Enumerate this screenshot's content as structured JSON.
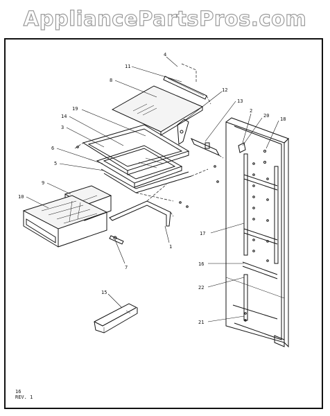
{
  "watermark": "AppliancePartsPros.com",
  "page_number": "16",
  "revision": "REV. 1",
  "callouts": [
    {
      "id": "c4",
      "label": "4"
    },
    {
      "id": "c11",
      "label": "11"
    },
    {
      "id": "c8",
      "label": "8"
    },
    {
      "id": "c12",
      "label": "12"
    },
    {
      "id": "c13",
      "label": "13"
    },
    {
      "id": "c19",
      "label": "19"
    },
    {
      "id": "c14",
      "label": "14"
    },
    {
      "id": "c3",
      "label": "3"
    },
    {
      "id": "c2",
      "label": "2"
    },
    {
      "id": "c20",
      "label": "20"
    },
    {
      "id": "c18",
      "label": "18"
    },
    {
      "id": "c6",
      "label": "6"
    },
    {
      "id": "c5",
      "label": "5"
    },
    {
      "id": "c9",
      "label": "9"
    },
    {
      "id": "c10",
      "label": "10"
    },
    {
      "id": "c1",
      "label": "1"
    },
    {
      "id": "c7",
      "label": "7"
    },
    {
      "id": "c17",
      "label": "17"
    },
    {
      "id": "c16",
      "label": "16"
    },
    {
      "id": "c22",
      "label": "22"
    },
    {
      "id": "c15",
      "label": "15"
    },
    {
      "id": "c21",
      "label": "21"
    }
  ]
}
